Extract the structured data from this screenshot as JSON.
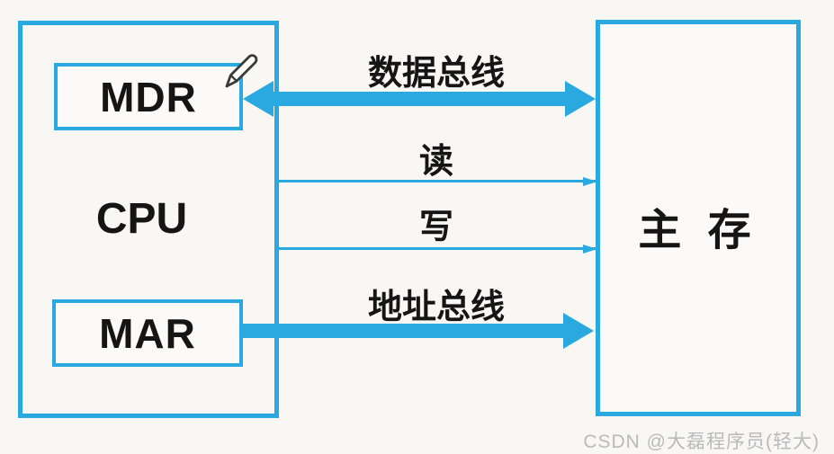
{
  "diagram": {
    "cpu": {
      "label": "CPU"
    },
    "registers": {
      "mdr": {
        "label": "MDR"
      },
      "mar": {
        "label": "MAR"
      }
    },
    "memory": {
      "label": "主 存"
    },
    "buses": [
      {
        "label": "数据总线",
        "type": "thick-bidirectional",
        "from": "MDR",
        "to": "主存"
      },
      {
        "label": "读",
        "type": "thin-right",
        "from": "CPU",
        "to": "主存"
      },
      {
        "label": "写",
        "type": "thin-right",
        "from": "CPU",
        "to": "主存"
      },
      {
        "label": "地址总线",
        "type": "thick-right",
        "from": "MAR",
        "to": "主存"
      }
    ]
  },
  "watermark": "CSDN @大磊程序员(轻大)",
  "colors": {
    "accent": "#29a9df",
    "background": "#f8f7f4",
    "text": "#151515",
    "watermark_gray": "#b9babc"
  }
}
